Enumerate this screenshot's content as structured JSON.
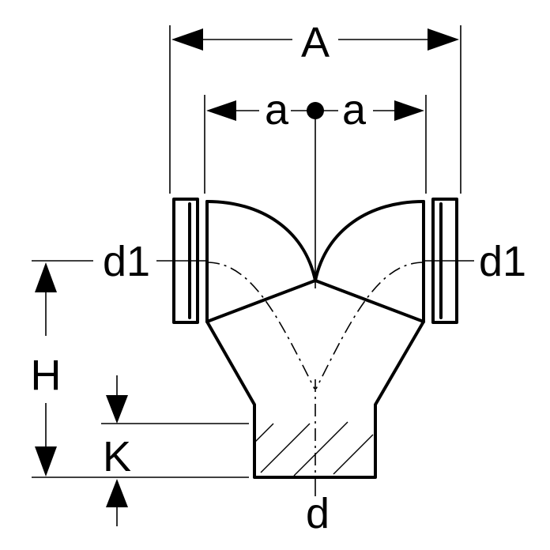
{
  "diagram": {
    "labels": {
      "overall_width": "A",
      "half_spacing_left": "a",
      "half_spacing_right": "a",
      "branch_diameter_left": "d1",
      "branch_diameter_right": "d1",
      "height": "H",
      "socket_depth": "K",
      "outlet_diameter": "d"
    }
  }
}
